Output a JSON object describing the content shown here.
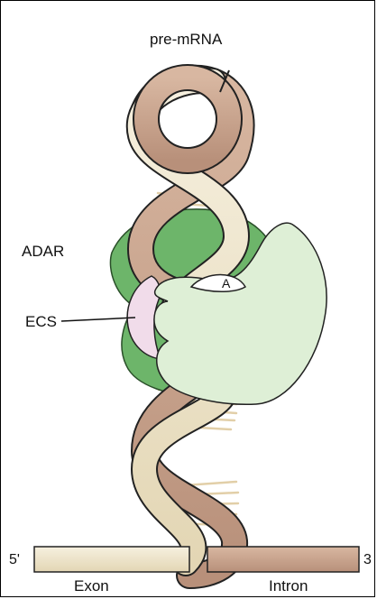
{
  "labels": {
    "top": "pre-mRNA",
    "adar": "ADAR",
    "ecs": "ECS",
    "adenosine": "A",
    "five_prime": "5'",
    "three_prime": "3",
    "exon": "Exon",
    "intron": "Intron"
  },
  "colors": {
    "strand_tan": "#ede4cb",
    "strand_brown": "#c9a189",
    "adar_dark": "#6db56a",
    "adar_light": "#deefd6",
    "ecs_pink": "#f1dcea",
    "rung": "#e9d9b7",
    "outline": "#222222"
  }
}
